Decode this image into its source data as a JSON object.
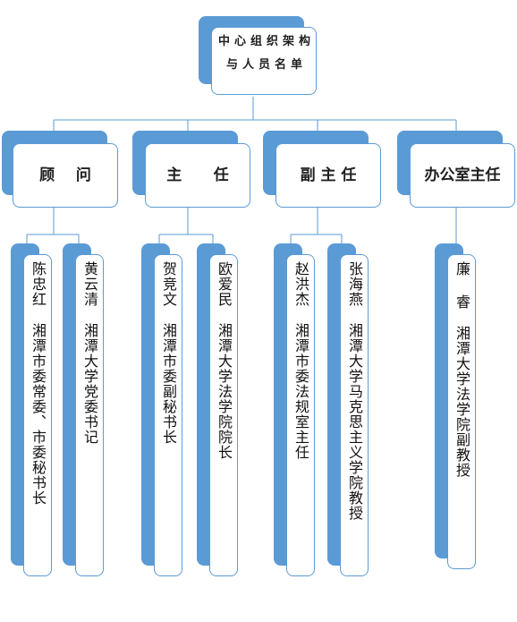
{
  "root": {
    "line1": "中心组织架构",
    "line2": "与人员名单"
  },
  "categories": [
    {
      "label": "顾    问",
      "members": [
        {
          "name": "陈忠红",
          "title": "湘潭市委常委、市委秘书长"
        },
        {
          "name": "黄云清",
          "title": "湘潭大学党委书记"
        }
      ]
    },
    {
      "label": "主      任",
      "members": [
        {
          "name": "贺竞文",
          "title": "湘潭市委副秘书长"
        },
        {
          "name": "欧爱民",
          "title": "湘潭大学法学院院长"
        }
      ]
    },
    {
      "label": "副 主 任",
      "members": [
        {
          "name": "赵洪杰",
          "title": "湘潭市委法规室主任"
        },
        {
          "name": "张海燕",
          "title": "湘潭大学马克思主义学院教授"
        }
      ]
    },
    {
      "label": "办公室主任",
      "members": [
        {
          "name": "廉  睿",
          "title": "湘潭大学法学院副教授"
        }
      ]
    }
  ],
  "colors": {
    "accent": "#5b9bd5",
    "connector": "#5b9bd5",
    "card_fill": "#ffffff"
  }
}
